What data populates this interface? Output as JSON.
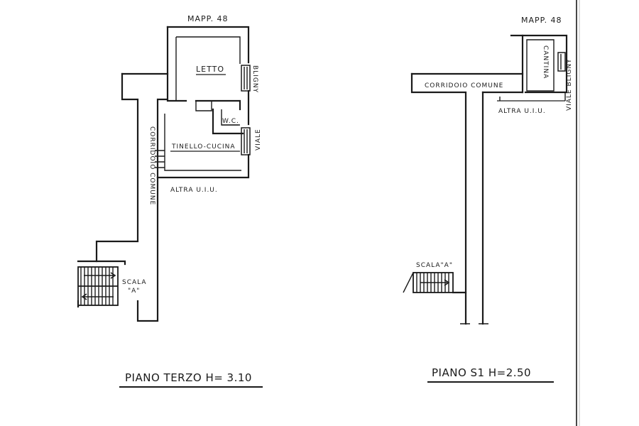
{
  "left_plan": {
    "mapp_label": "MAPP. 48",
    "letto_label": "LETTO",
    "wc_label": "W.C.",
    "tinello_label": "TINELLO-CUCINA",
    "bligny_label": "BLIGNY",
    "viale_label": "VIALE",
    "altra_label": "ALTRA U.I.U.",
    "corridoio_label": "CORRIDOIO COMUNE",
    "scala_label": "SCALA",
    "scala_letter": "\"A\"",
    "title": "PIANO TERZO H= 3.10"
  },
  "right_plan": {
    "mapp_label": "MAPP. 48",
    "cantina_label": "CANTINA",
    "corridoio_label": "CORRIDOIO COMUNE",
    "altra_label": "ALTRA U.I.U.",
    "viale_bligny_label": "VIALE BLIGNY",
    "scala_label": "SCALA\"A\"",
    "title": "PIANO S1 H=2.50"
  }
}
